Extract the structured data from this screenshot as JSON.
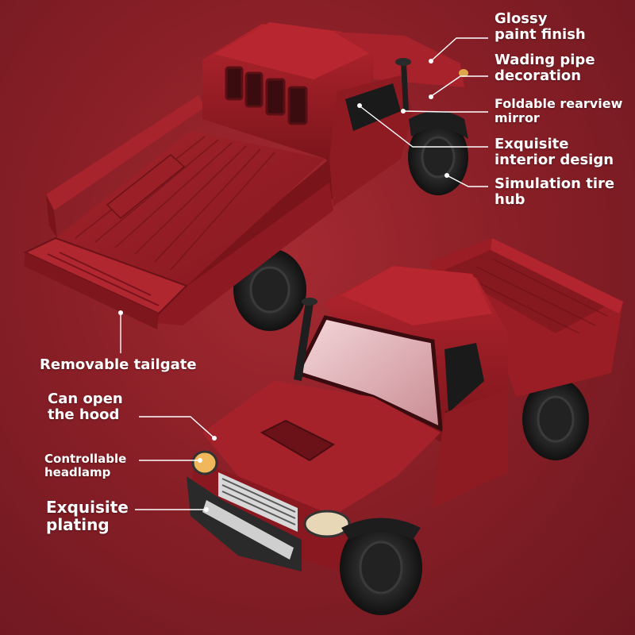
{
  "callouts": {
    "glossy": [
      "Glossy",
      "paint finish"
    ],
    "wading": [
      "Wading pipe",
      "decoration"
    ],
    "mirror": [
      "Foldable rearview",
      "mirror"
    ],
    "interior": [
      "Exquisite",
      "interior design"
    ],
    "tire": [
      "Simulation tire",
      "hub"
    ],
    "tailgate": [
      "Removable tailgate"
    ],
    "hood": [
      "Can open",
      "the hood"
    ],
    "headlamp": [
      "Controllable",
      "headlamp"
    ],
    "plating": [
      "Exquisite",
      "plating"
    ]
  },
  "colors": {
    "background": "#8a1f27",
    "body_red": "#9c1c24",
    "body_dark": "#6a1218",
    "tire": "#1c1c1c",
    "line": "#ffffff"
  },
  "images": {
    "rear_truck": "red-pickup-truck-rear-view",
    "front_truck": "red-pickup-truck-front-view"
  }
}
